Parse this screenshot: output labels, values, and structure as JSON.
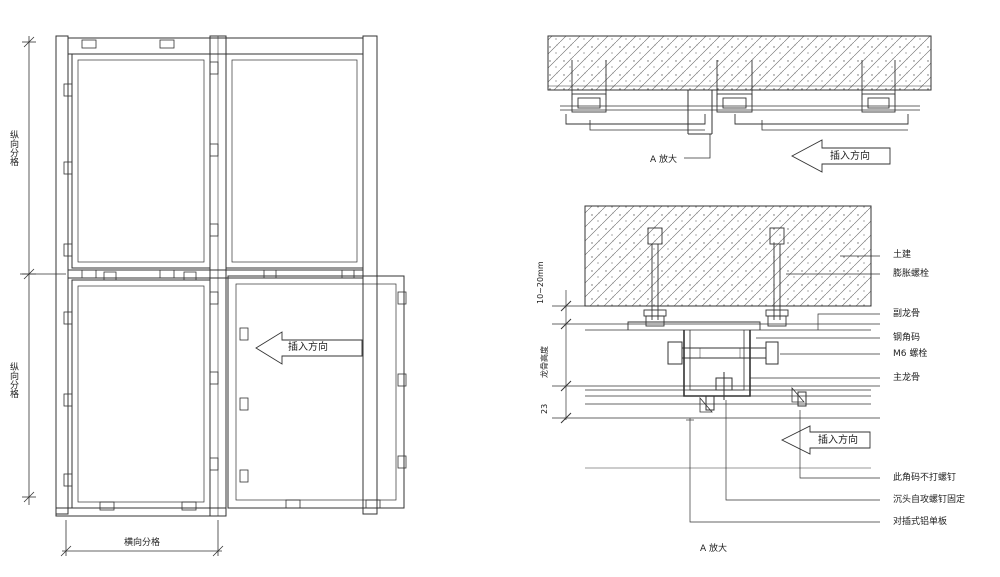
{
  "left": {
    "horizontal_dim": "横向分格",
    "vertical_dim_top": "纵向分格",
    "vertical_dim_bottom": "纵向分格",
    "insert_direction": "插入方向"
  },
  "top_right": {
    "detail_label": "A 放大",
    "insert_direction": "插入方向"
  },
  "detail": {
    "dim_gap": "10~20mm",
    "dim_height": "龙骨高度",
    "dim_small": "23",
    "callouts": [
      "土建",
      "膨胀螺栓",
      "副龙骨",
      "钢角码",
      "M6 螺栓",
      "主龙骨",
      "此角码不打螺钉",
      "沉头自攻螺钉固定",
      "对插式铝单板"
    ],
    "insert_direction": "插入方向",
    "caption": "A 放大"
  }
}
